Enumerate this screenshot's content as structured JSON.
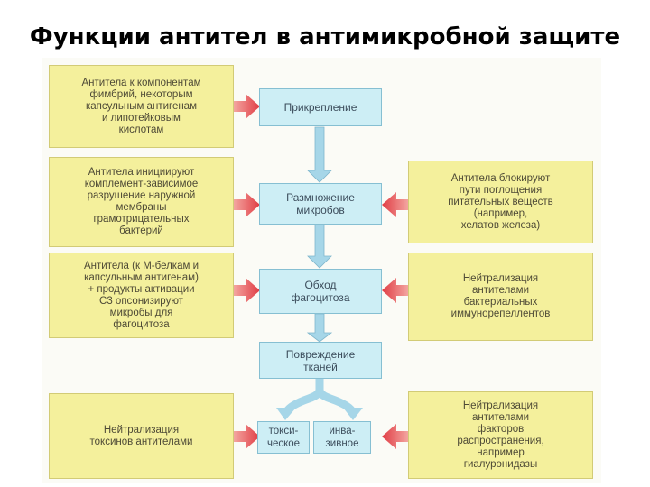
{
  "title": "Функции антител в антимикробной защите",
  "left_boxes": [
    {
      "text": "Антитела к компонентам\nфимбрий, некоторым\nкапсульным антигенам\nи липотейковым\nкислотам"
    },
    {
      "text": "Антитела инициируют\nкомплемент-зависимое\nразрушение наружной\nмембраны\nграмотрицательных\nбактерий"
    },
    {
      "text": "Антитела (к М-белкам и\nкапсульным антигенам)\n+ продукты активации\nС3 опсонизируют\nмикробы для\nфагоцитоза"
    },
    {
      "text": "Нейтрализация\nтоксинов антителами"
    }
  ],
  "center_boxes": [
    {
      "text": "Прикрепление"
    },
    {
      "text": "Размножение\nмикробов"
    },
    {
      "text": "Обход\nфагоцитоза"
    },
    {
      "text": "Повреждение\nтканей"
    }
  ],
  "bottom_boxes": [
    {
      "text": "токси-\nческое"
    },
    {
      "text": "инва-\nзивное"
    }
  ],
  "right_boxes": [
    {
      "text": "Антитела блокируют\nпути поглощения\nпитательных веществ\n(например,\nхелатов железа)"
    },
    {
      "text": "Нейтрализация\nантителами\nбактериальных\nиммунорепеллентов"
    },
    {
      "text": "Нейтрализация\nантителами\nфакторов\nраспространения,\nнапример\nгиалуронидазы"
    }
  ],
  "colors": {
    "yellow": "#f4f09c",
    "blue": "#cdeef5",
    "arrow_red": "#e0454a",
    "arrow_blue": "#9fd2e4"
  }
}
